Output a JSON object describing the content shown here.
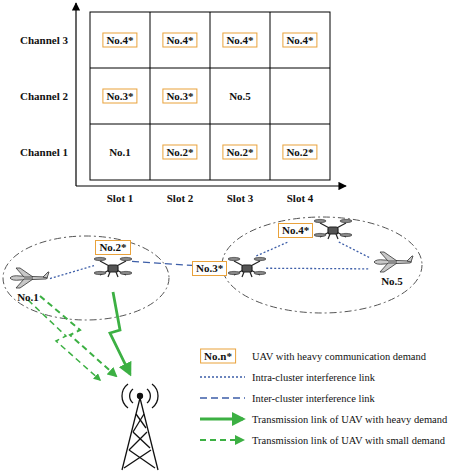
{
  "diagram": {
    "nodes": [
      {
        "text": [
          "No.1"
        ]
      },
      {
        "text": [
          "No.2*"
        ]
      },
      {
        "text": [
          "No.3*"
        ]
      },
      {
        "text": [
          "No.4*"
        ]
      },
      {
        "text": [
          "No.5"
        ]
      }
    ],
    "edges": [
      {
        "from": 0,
        "to": 1,
        "arrow": "none"
      },
      {
        "from": 1,
        "to": 2,
        "arrow": "none"
      },
      {
        "from": 2,
        "to": 3,
        "arrow": "none"
      },
      {
        "from": 3,
        "to": 4,
        "arrow": "none"
      },
      {
        "from": 2,
        "to": 4,
        "arrow": "none"
      }
    ],
    "labels": [
      "Channel 3",
      "No.4*",
      "No.4*",
      "No.4*",
      "No.4*",
      "Channel 2",
      "No.3*",
      "No.3*",
      "No.5",
      "Channel 1",
      "No.1",
      "No.2*",
      "No.2*",
      "No.2*",
      "Slot 1",
      "Slot 2",
      "Slot 3",
      "Slot 4",
      "No.n*"
    ],
    "legend": [
      {
        "text": "UAV with heavy communication demand"
      },
      {
        "text": "Intra-cluster interference link"
      },
      {
        "text": "Inter-cluster interference link"
      },
      {
        "text": "Transmission link of UAV with heavy demand"
      },
      {
        "text": "Transmission link of UAV with small demand"
      }
    ]
  }
}
